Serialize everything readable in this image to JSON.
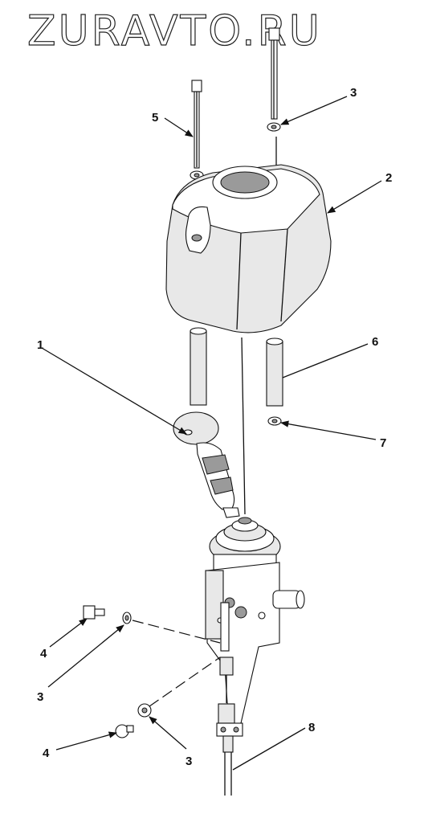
{
  "watermark": "ZURAVTO.RU",
  "callouts": [
    {
      "id": "c1",
      "label": "1"
    },
    {
      "id": "c2",
      "label": "2"
    },
    {
      "id": "c3a",
      "label": "3"
    },
    {
      "id": "c3b",
      "label": "3"
    },
    {
      "id": "c3c",
      "label": "3"
    },
    {
      "id": "c4a",
      "label": "4"
    },
    {
      "id": "c4b",
      "label": "4"
    },
    {
      "id": "c5",
      "label": "5"
    },
    {
      "id": "c6",
      "label": "6"
    },
    {
      "id": "c7",
      "label": "7"
    },
    {
      "id": "c8",
      "label": "8"
    }
  ]
}
